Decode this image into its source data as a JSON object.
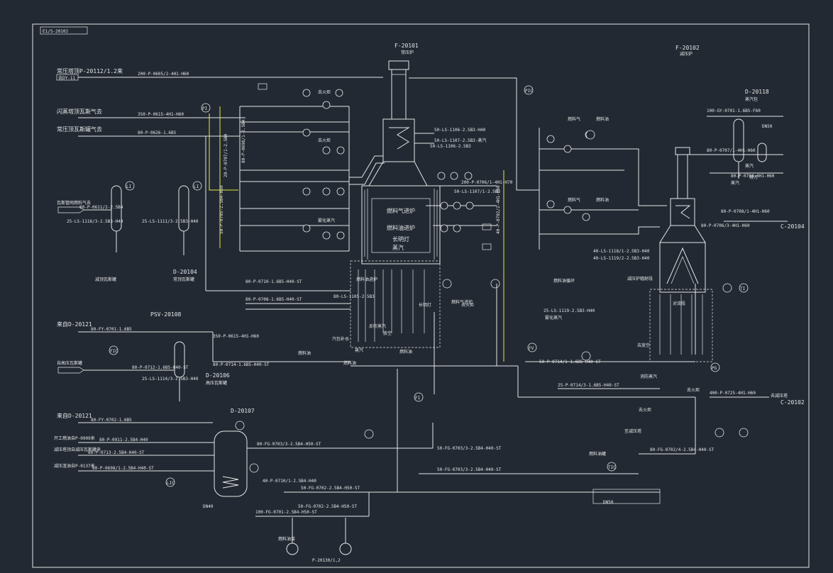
{
  "colors": {
    "background": "#222933",
    "line": "#e6e6e6",
    "red": "#ff3030",
    "yellow": "#e8e83a",
    "magenta": "#ff33ff"
  },
  "titleblock": {
    "code": "E1/S-20102"
  },
  "equipment": {
    "furnace1_tag": "F-20101",
    "furnace1_name": "常压炉",
    "furnace2_tag": "F-20102",
    "furnace2_name": "减压炉",
    "drum1_tag": "D-20118",
    "drum1_name": "蒸汽包",
    "vessel_d20104": "D-20104",
    "vessel_d20104_name": "常顶瓦斯罐",
    "vessel_d20103_name": "减顶瓦斯罐",
    "vessel_d20106": "D-20106",
    "vessel_d20106_name": "高压瓦斯罐",
    "vessel_d20107": "D-20107",
    "psv_tag": "PSV-20108",
    "pump_tag": "P-20130/1,2",
    "pump_name": "燃料油泵",
    "dn50_label": "DN50",
    "dn40_label": "DN40"
  },
  "offsheet": {
    "a1": "常压塔顶P-20112/1.2来",
    "a2": "闪蒸塔顶瓦斯气去",
    "a3": "常压顶瓦斯罐气去",
    "a4": "瓦斯管网燃料气去",
    "a5": "来自D-20121",
    "a6": "自高压瓦斯罐",
    "a7": "来自D-20121",
    "a8": "开工燃油自P-0909来",
    "a9": "减压塔顶自减压瓦斯罐来",
    "a10": "减压渣油自P-0137来",
    "a11": "C-20104",
    "a12": "C-20102",
    "a13": "去减压塔",
    "box_label": "去DY-11"
  },
  "lines": {
    "l1": "200-P-0605/2-4H1-H60",
    "l2": "350-P-0615-4H1-H60",
    "l3": "80-P-0626-1.6B5",
    "l4": "80-P-0611/2-2.5B4",
    "l5": "25-LS-1116/3-2.5B3-H40",
    "l6": "25-LS-1111/3-2.5B3-H40",
    "l7": "80-P-0710-1.6B5-H40-ST",
    "l8": "80-P-0708-1.6B5-H40-ST",
    "l9": "80-FY-0701-1.6B5",
    "l10": "80-P-0714-1.6B5-H40-ST",
    "l11": "25-LS-1114/3-2.5B3-H40",
    "l12": "80-FY-0702-1.6B5",
    "l13": "80-P-0911-2.5B4-H40",
    "l14": "80-P-0713-2.5B4-H40-ST",
    "l15": "80-P-0698/1-2.5B4-H40-ST",
    "l16": "80-FG-0703/3-2.5B4-H50-ST",
    "l17": "50-FG-0703/3-2.5B4-H40-ST",
    "l18": "50-FG-0702-2.5B4-H50-ST",
    "l19": "100-FG-0701-2.5B4-H50-ST",
    "l20": "80-FG-0702/4-2.5B4-H40-ST",
    "l21": "50-LS-1106-2.5B3",
    "l22": "50-LS-1107/1-2.5B3",
    "l23": "200-P-0706/1-4H1-H70",
    "l24": "400-P-0725-4H1-H60",
    "l25": "40-LS-1118/1-2.5B3-H40",
    "l26": "40-LS-1119/2-2.5B3-H40",
    "l27": "100-GY-0701-1.6B5-F60",
    "l28": "80-P-0707/1-4H1-H60",
    "l29": "80-P-0704-4H1-H60",
    "l30": "50-P-0714/1-1.6B5-H40-ST",
    "l31": "25-P-0714/3-1.6B5-H40-ST",
    "l32": "80-P-0712-1.6B5-H40-ST",
    "l33": "40-P-0710/1-2.5B4-H40",
    "l34": "25-LS-1119-2.5B3-H40",
    "y1": "50-P-0705-2.5B4-H50",
    "y2": "80-LS-1105-2.5B3",
    "y3": "20-P-0707/1-2.5B4",
    "y4": "40-P-0702/2-4H1-H60",
    "r1": "50-LS-1106-2.5B3-H40",
    "r2": "50-LS-1107-2.5B3-蒸汽",
    "r3": "80-P-0708/1-4H1-H60",
    "r4": "80-P-0706/3-4H1-H60",
    "m1": "350-P-0615-4H1-H60",
    "m2": "80-P-0698/1-2.5B4"
  },
  "notes": {
    "n1": "去火炬",
    "n2": "去火炬",
    "n3": "燃料气进炉",
    "n4": "燃料油进炉",
    "n5": "雾化蒸汽",
    "n6": "长明灯",
    "n7": "燃料气",
    "n8": "燃料油",
    "n9": "汽包补水",
    "n10": "蒸汽",
    "n11": "去火炬",
    "n12": "去放空",
    "n13": "消防蒸汽",
    "n14": "放空",
    "n15": "燃料油循环",
    "n16": "去火炬",
    "n17": "蒸汽",
    "n18": "排污",
    "n19": "减压炉辐射段",
    "n20": "对流段",
    "n21": "燃料气",
    "n22": "燃料油",
    "n23": "至减压塔",
    "n24": "燃料油罐",
    "n25": "燃料油",
    "n26": "雾化蒸汽",
    "n27": "燃料油",
    "n28": "去火炬",
    "n29": "蒸汽"
  },
  "furnace_coils": {
    "c1": "燃料气进炉",
    "c2": "燃料油进炉",
    "c3": "长明灯",
    "c4": "蒸汽",
    "c5": "反吹蒸汽",
    "c6": "燃料油"
  },
  "instruments": {
    "i1": "PI",
    "i2": "TI",
    "i3": "FI",
    "i4": "PIC",
    "i5": "FIC",
    "i6": "LI",
    "i7": "LIC",
    "i8": "TIC",
    "i9": "PG",
    "i10": "FV"
  }
}
